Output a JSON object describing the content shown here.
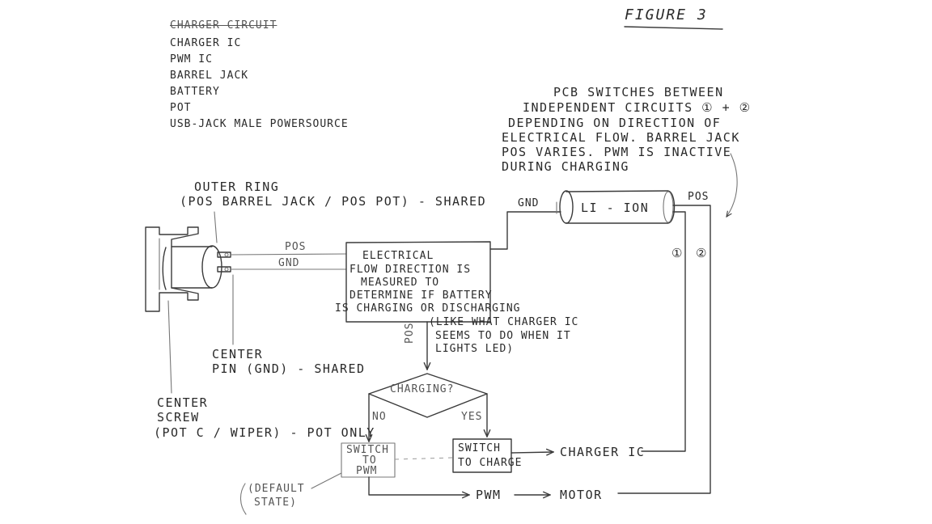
{
  "figure_title": "FIGURE 3",
  "parts_list": {
    "struck_heading": "CHARGER CIRCUIT",
    "items": [
      "CHARGER IC",
      "PWM IC",
      "BARREL JACK",
      "BATTERY",
      "POT",
      "USB-JACK MALE POWERSOURCE"
    ]
  },
  "pcb_note": {
    "lines": [
      "PCB SWITCHES BETWEEN",
      "INDEPENDENT CIRCUITS ① + ②",
      "DEPENDING ON DIRECTION OF",
      "ELECTRICAL FLOW. BARREL JACK",
      "POS VARIES. PWM IS INACTIVE",
      "DURING CHARGING"
    ]
  },
  "barrel_jack_labels": {
    "outer_ring": [
      "OUTER RING",
      "(POS BARREL JACK / POS POT) - SHARED"
    ],
    "center_pin": [
      "CENTER",
      "PIN (GND) - SHARED"
    ],
    "center_screw": [
      "CENTER",
      "SCREW",
      "(POT C / WIPER) - POT ONLY"
    ]
  },
  "wires": {
    "pos": "POS",
    "gnd": "GND"
  },
  "battery": {
    "label": "LI - ION",
    "gnd": "GND",
    "pos": "POS"
  },
  "circuit_markers": [
    "①",
    "②"
  ],
  "electrical_box": {
    "lines": [
      "ELECTRICAL",
      "FLOW DIRECTION IS",
      "MEASURED TO",
      "DETERMINE IF BATTERY",
      "IS CHARGING OR DISCHARGING"
    ],
    "note": [
      "(LIKE WHAT CHARGER IC",
      "SEEMS TO DO WHEN IT",
      "LIGHTS LED)"
    ],
    "down_wire": "POS"
  },
  "decision": {
    "label": "CHARGING?",
    "no": "NO",
    "yes": "YES"
  },
  "switch_pwm": [
    "SWITCH",
    "TO",
    "PWM"
  ],
  "switch_charge": [
    "SWITCH",
    "TO CHARGE"
  ],
  "default_state": [
    "(DEFAULT",
    "STATE)"
  ],
  "outputs": {
    "charger_ic": "CHARGER IC",
    "pwm": "PWM",
    "motor": "MOTOR"
  }
}
